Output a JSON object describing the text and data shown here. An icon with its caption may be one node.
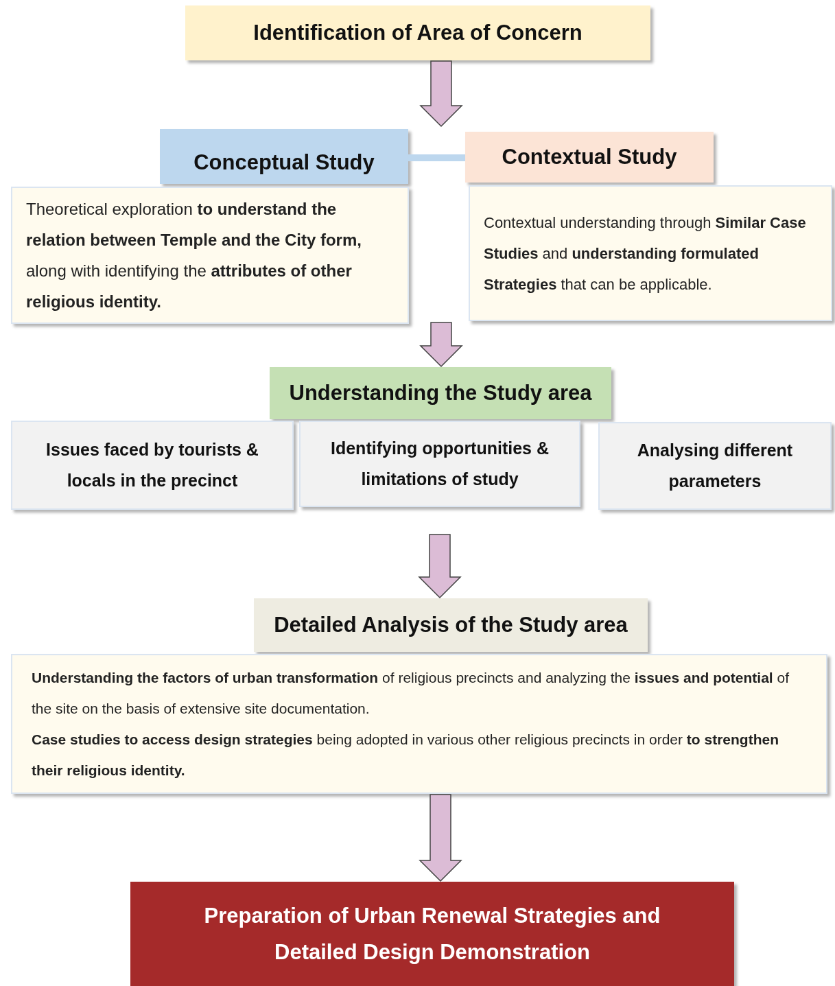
{
  "diagram": {
    "nodes": [
      {
        "text": [
          "Identification of Area of Concern"
        ]
      },
      {
        "text": [
          "Conceptual Study"
        ]
      },
      {
        "text": [
          "Theoretical exploration **to understand the relation between Temple and the City form,** along with identifying the **attributes of other religious identity.**"
        ]
      },
      {
        "text": [
          "Contextual Study"
        ]
      },
      {
        "text": [
          "Contextual understanding through **Similar Case Studies** and **understanding formulated Strategies** that can be applicable."
        ]
      },
      {
        "text": [
          "Understanding the Study area"
        ]
      },
      {
        "text": [
          "Issues faced by tourists & locals in the precinct"
        ]
      },
      {
        "text": [
          "Identifying opportunities & limitations of study"
        ]
      },
      {
        "text": [
          "Analysing different parameters"
        ]
      },
      {
        "text": [
          "Detailed Analysis of the Study area"
        ]
      },
      {
        "text": [
          "**Understanding the factors of urban transformation** of religious precincts and analyzing the **issues and potential** of the site on the basis of extensive site documentation.",
          "**Case studies to access design strategies** being adopted in various other religious precincts in order **to strengthen their religious identity.**"
        ]
      },
      {
        "text": [
          "Preparation of Urban Renewal Strategies and Detailed Design Demonstration"
        ]
      }
    ],
    "edges": [
      {
        "from": 0,
        "to": null,
        "arrow": "to"
      },
      {
        "from": 1,
        "to": 3,
        "arrow": "none",
        "color": "#bdd7ee"
      },
      {
        "from": null,
        "to": 5,
        "arrow": "to"
      },
      {
        "from": 7,
        "to": 9,
        "arrow": "to"
      },
      {
        "from": 10,
        "to": 11,
        "arrow": "to"
      }
    ]
  }
}
